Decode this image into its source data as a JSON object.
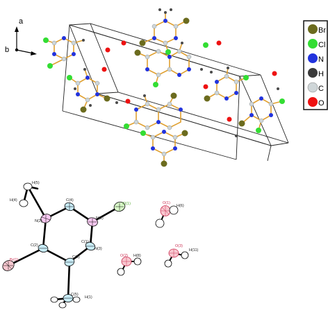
{
  "axes": {
    "a": "a",
    "b": "b"
  },
  "legend": [
    {
      "label": "Br",
      "color": "#6b6b1e"
    },
    {
      "label": "Cl",
      "color": "#33dd33"
    },
    {
      "label": "N",
      "color": "#2233dd"
    },
    {
      "label": "H",
      "color": "#3a3a3a"
    },
    {
      "label": "C",
      "color": "#cfd6d8"
    },
    {
      "label": "O",
      "color": "#ee1111"
    }
  ],
  "ortep_labels": {
    "h5": "H(5)",
    "h4": "H(4)",
    "n2": "N(2)",
    "c4": "C(4)",
    "n1": "N(1)",
    "c1": "C(1)",
    "cl1": "Cl(1)",
    "n3": "N(3)",
    "c2": "C(2)",
    "c3": "C(3)",
    "br1": "Br(1)",
    "c5": "C(5)",
    "h1": "H(1)",
    "o1": "O(1)",
    "h6": "H(6)",
    "o2": "O(2)",
    "h8": "H(8)",
    "o3": "O(3)",
    "h11": "H(11)"
  }
}
